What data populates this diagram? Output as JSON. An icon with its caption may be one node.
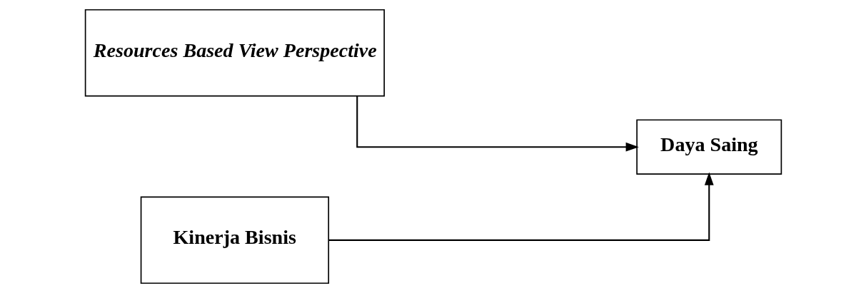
{
  "diagram": {
    "nodes": [
      {
        "text": [
          "Resources Based View Perspective"
        ]
      },
      {
        "text": [
          "Kinerja Bisnis"
        ]
      },
      {
        "text": [
          "Daya Saing"
        ]
      }
    ],
    "edges": [
      {
        "from": 0,
        "to": 2,
        "arrow": "to"
      },
      {
        "from": 1,
        "to": 2,
        "arrow": "to"
      }
    ]
  }
}
